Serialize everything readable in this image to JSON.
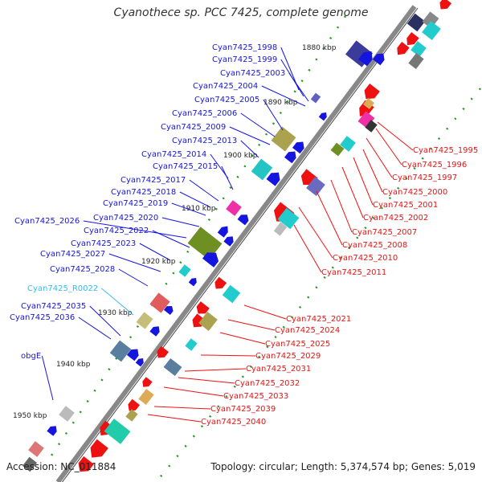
{
  "title": "Cyanothece sp. PCC 7425, complete genome",
  "footer": {
    "accession": "Accession: NC_011884",
    "topology": "Topology: circular; Length: 5,374,574 bp; Genes: 5,019"
  },
  "ticks": [
    "1880 kbp",
    "1890 kbp",
    "1900 kbp",
    "1910 kbp",
    "1920 kbp",
    "1930 kbp",
    "1940 kbp",
    "1950 kbp"
  ],
  "labels_left": [
    "Cyan7425_1998",
    "Cyan7425_1999",
    "Cyan7425_2003",
    "Cyan7425_2004",
    "Cyan7425_2005",
    "Cyan7425_2006",
    "Cyan7425_2009",
    "Cyan7425_2013",
    "Cyan7425_2014",
    "Cyan7425_2015",
    "Cyan7425_2017",
    "Cyan7425_2018",
    "Cyan7425_2019",
    "Cyan7425_2020",
    "Cyan7425_2026",
    "Cyan7425_2022",
    "Cyan7425_2023",
    "Cyan7425_2027",
    "Cyan7425_2028",
    "Cyan7425_R0022",
    "Cyan7425_2035",
    "Cyan7425_2036",
    "obgE"
  ],
  "labels_right": [
    "Cyan7425_1995",
    "Cyan7425_1996",
    "Cyan7425_1997",
    "Cyan7425_2000",
    "Cyan7425_2001",
    "Cyan7425_2002",
    "Cyan7425_2007",
    "Cyan7425_2008",
    "Cyan7425_2010",
    "Cyan7425_2011",
    "Cyan7425_2021",
    "Cyan7425_2024",
    "Cyan7425_2025",
    "Cyan7425_2029",
    "Cyan7425_2031",
    "Cyan7425_2032",
    "Cyan7425_2033",
    "Cyan7425_2039",
    "Cyan7425_2040"
  ],
  "colors": {
    "forward_strand": "#1515e0",
    "reverse_strand": "#ee1111",
    "rna_label": "#33bbee",
    "backbone": "#888888",
    "tick_dots": "#229922"
  }
}
